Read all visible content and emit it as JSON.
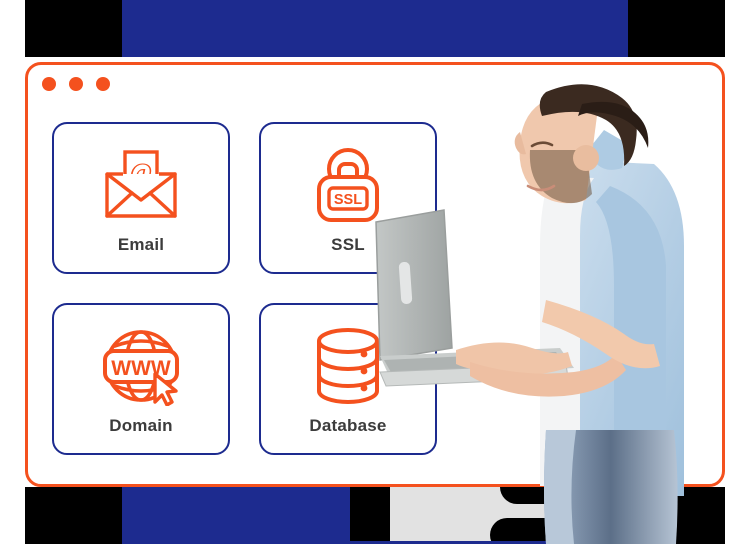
{
  "window": {
    "title": "browser-mockup",
    "dots": [
      "window-dot-red",
      "window-dot-yellow",
      "window-dot-green"
    ],
    "border_color": "#f4511e"
  },
  "colors": {
    "accent_orange": "#f4511e",
    "brand_blue": "#1d2b8f",
    "label_gray": "#3c3c3c",
    "bg_gray": "#e2e2e2",
    "bg_black": "#000000"
  },
  "cards": [
    {
      "id": "email",
      "label": "Email",
      "icon": "envelope-at-icon",
      "icon_text": "@"
    },
    {
      "id": "ssl",
      "label": "SSL",
      "icon": "padlock-ssl-icon",
      "icon_text": "SSL"
    },
    {
      "id": "domain",
      "label": "Domain",
      "icon": "globe-www-icon",
      "icon_text": "WWW"
    },
    {
      "id": "database",
      "label": "Database",
      "icon": "database-icon",
      "icon_text": ""
    }
  ],
  "illustration": {
    "person": "man-using-laptop-photo",
    "device": "silver-laptop",
    "cursor": "mouse-pointer-icon",
    "shirt_color": "#b9d3e8",
    "laptop_color": "#b0b4b4"
  },
  "background": {
    "blocks": [
      {
        "name": "black-top-left",
        "color": "#000000"
      },
      {
        "name": "blue-top",
        "color": "#1d2b8f"
      },
      {
        "name": "black-top-right",
        "color": "#000000"
      },
      {
        "name": "black-bottom-left",
        "color": "#000000"
      },
      {
        "name": "blue-bottom",
        "color": "#1d2b8f"
      },
      {
        "name": "gray-bottom",
        "color": "#e2e2e2"
      },
      {
        "name": "black-bottom-right",
        "color": "#000000"
      }
    ],
    "deco_shape": "paper-plane-outline"
  }
}
